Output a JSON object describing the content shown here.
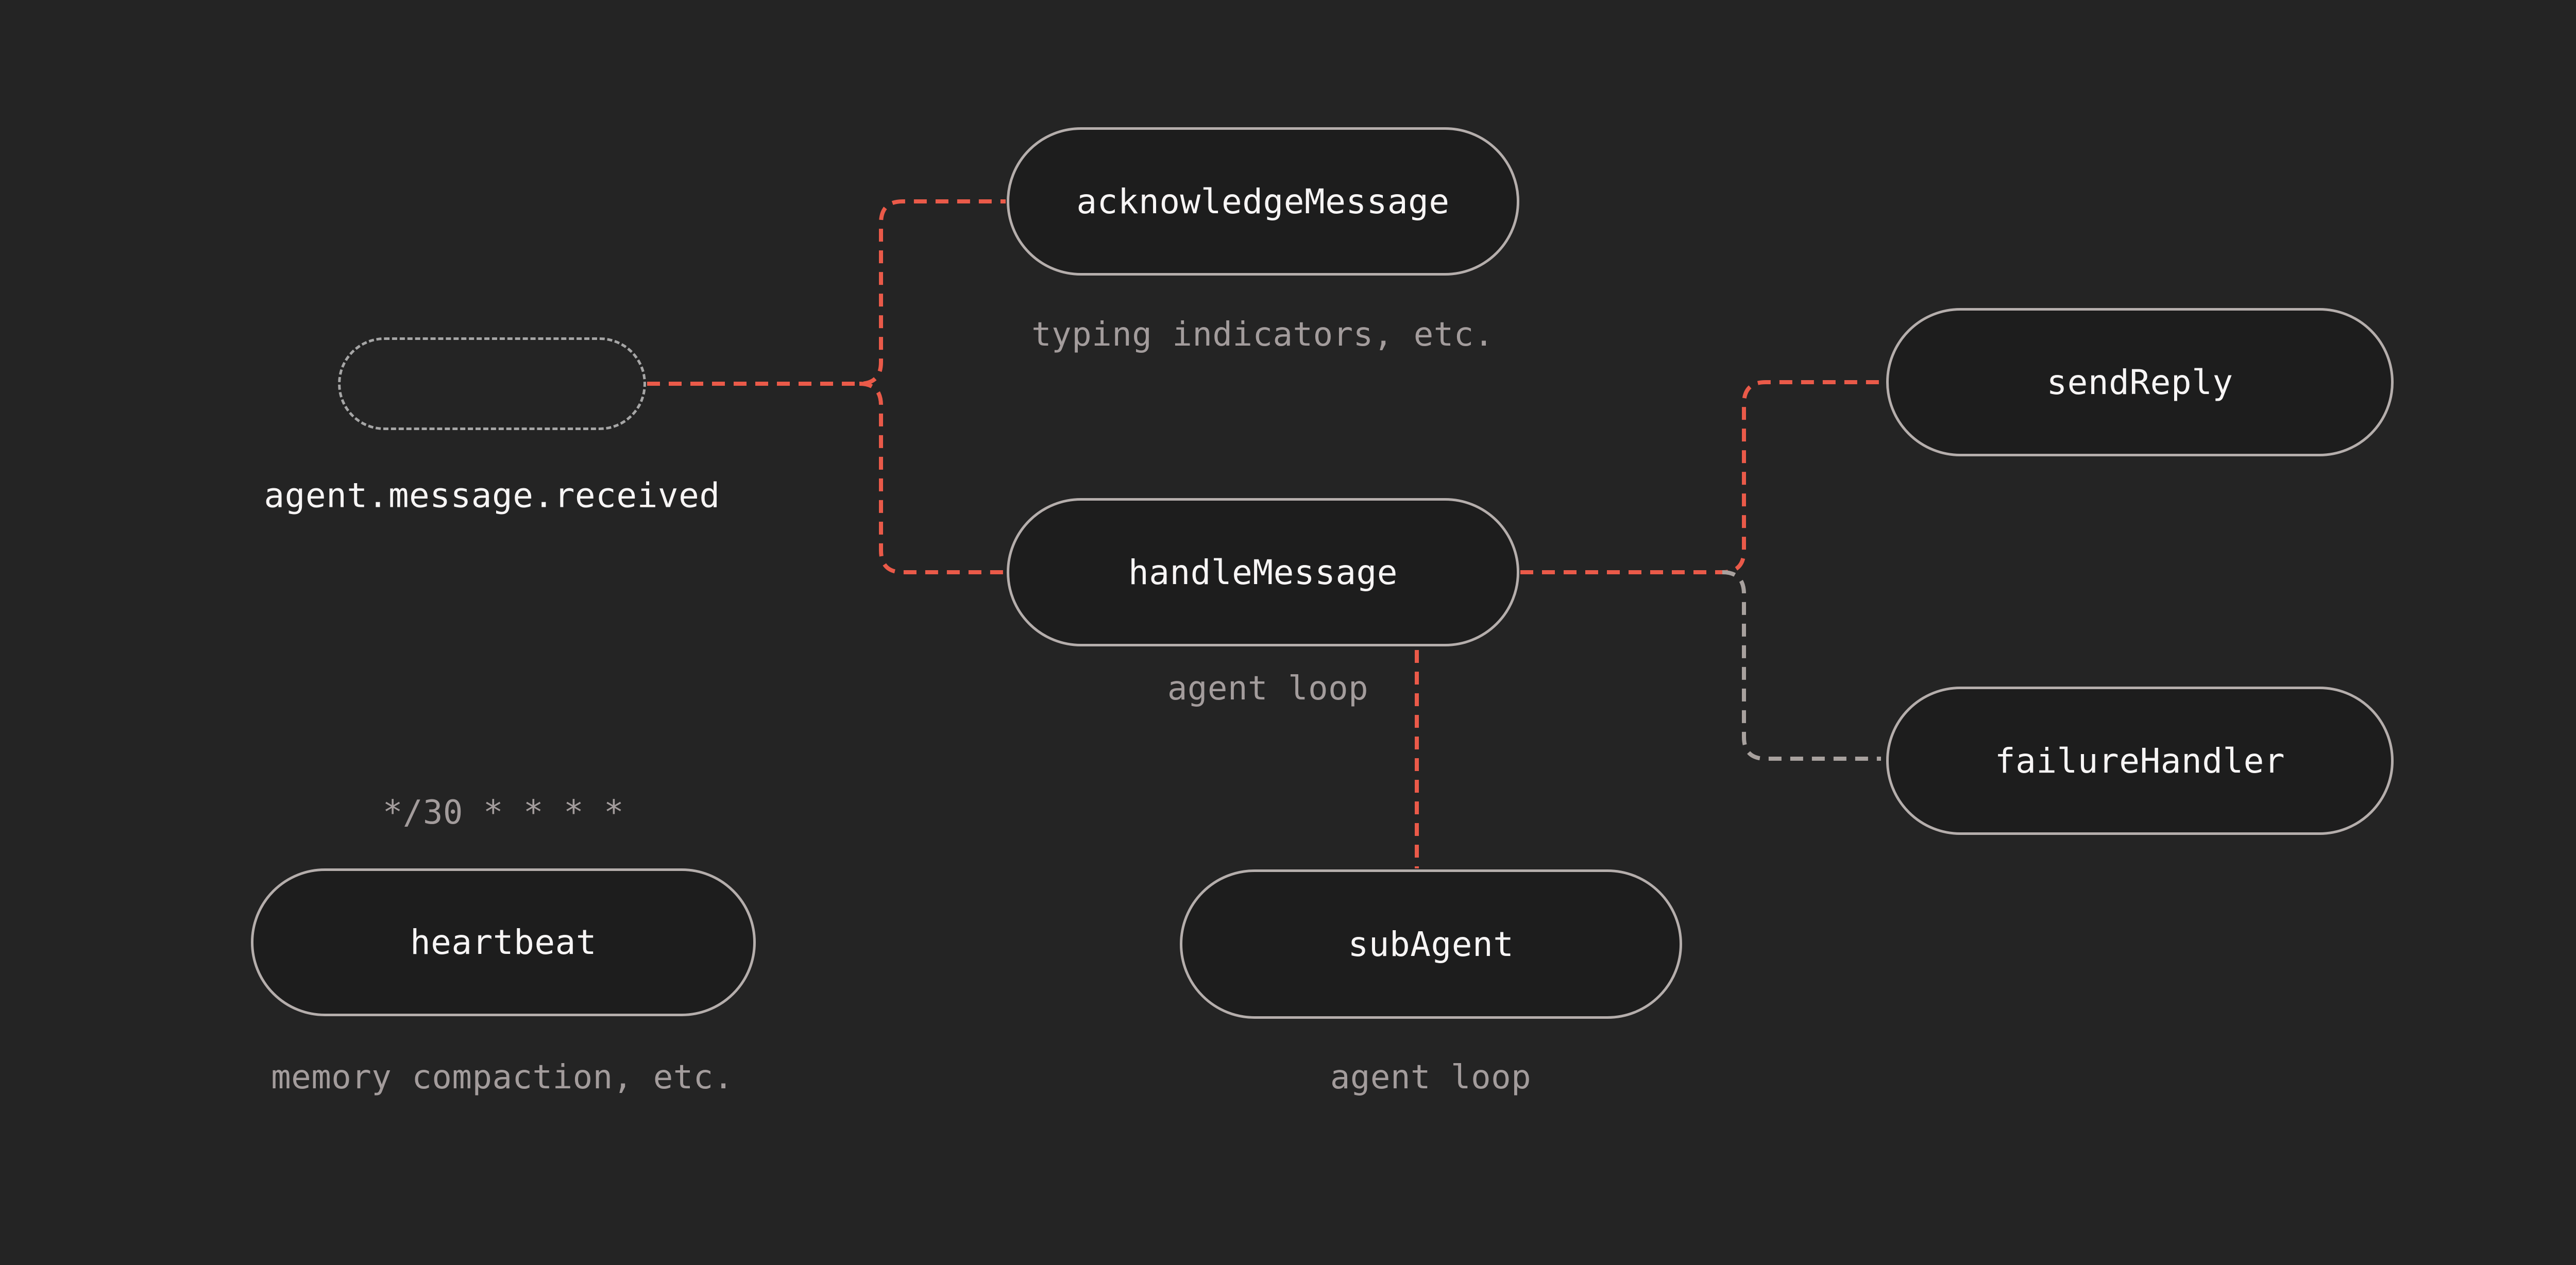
{
  "canvas": {
    "background": "#242424"
  },
  "palette": {
    "node_fill": "#1d1d1d",
    "node_border": "#b5aeac",
    "event_border": "#a6a6a6",
    "text_primary": "#f7f5f5",
    "text_muted": "#a39c9c",
    "edge_active": "#ea5a49",
    "edge_inactive": "#a8a19e"
  },
  "event": {
    "label": "agent.message.received"
  },
  "nodes": [
    {
      "id": "acknowledgeMessage",
      "label": "acknowledgeMessage",
      "annotation": "typing indicators, etc."
    },
    {
      "id": "handleMessage",
      "label": "handleMessage",
      "annotation": "agent loop"
    },
    {
      "id": "sendReply",
      "label": "sendReply",
      "annotation": ""
    },
    {
      "id": "failureHandler",
      "label": "failureHandler",
      "annotation": ""
    },
    {
      "id": "heartbeat",
      "label": "heartbeat",
      "annotation": "memory compaction, etc.",
      "schedule": "*/30 * * * *"
    },
    {
      "id": "subAgent",
      "label": "subAgent",
      "annotation": "agent loop"
    }
  ],
  "edges": [
    {
      "from": "agent.message.received",
      "to": "acknowledgeMessage",
      "style": "active"
    },
    {
      "from": "agent.message.received",
      "to": "handleMessage",
      "style": "active"
    },
    {
      "from": "handleMessage",
      "to": "sendReply",
      "style": "active"
    },
    {
      "from": "handleMessage",
      "to": "failureHandler",
      "style": "inactive"
    },
    {
      "from": "handleMessage",
      "to": "subAgent",
      "style": "active"
    }
  ]
}
